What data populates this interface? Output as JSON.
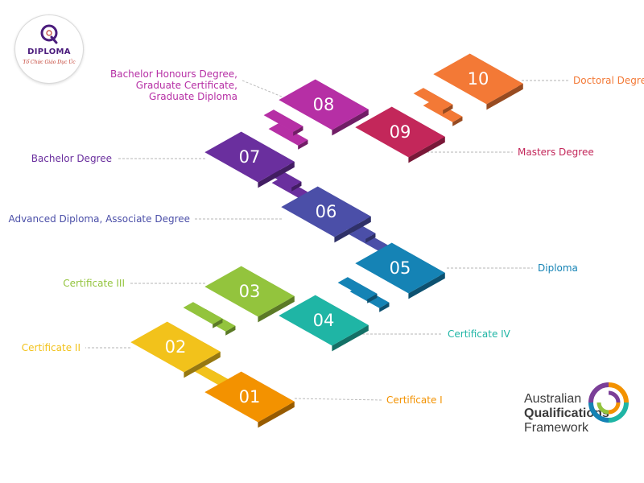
{
  "brand": {
    "name": "DIPLOMA",
    "tagline": "Tổ Chức Giáo Dục Úc",
    "logo_colors": {
      "purple": "#4b1c7d",
      "red": "#c0392b"
    }
  },
  "aqf_logo": {
    "line1": "Australian",
    "line2": "Qualifications",
    "line3": "Framework"
  },
  "levels": [
    {
      "number": "01",
      "label": [
        "Certificate I"
      ],
      "color": "#f39200"
    },
    {
      "number": "02",
      "label": [
        "Certificate II"
      ],
      "color": "#f2c21b"
    },
    {
      "number": "03",
      "label": [
        "Certificate III"
      ],
      "color": "#93c43d"
    },
    {
      "number": "04",
      "label": [
        "Certificate IV"
      ],
      "color": "#1fb5a5"
    },
    {
      "number": "05",
      "label": [
        "Diploma"
      ],
      "color": "#1583b5"
    },
    {
      "number": "06",
      "label": [
        "Advanced Diploma, Associate Degree"
      ],
      "color": "#4b4fa8"
    },
    {
      "number": "07",
      "label": [
        "Bachelor Degree"
      ],
      "color": "#6a2f9e"
    },
    {
      "number": "08",
      "label": [
        "Bachelor Honours Degree,",
        "Graduate Certificate,",
        "Graduate Diploma"
      ],
      "color": "#b62fa5"
    },
    {
      "number": "09",
      "label": [
        "Masters Degree"
      ],
      "color": "#c3275a"
    },
    {
      "number": "10",
      "label": [
        "Doctoral Degree"
      ],
      "color": "#f37936"
    }
  ]
}
